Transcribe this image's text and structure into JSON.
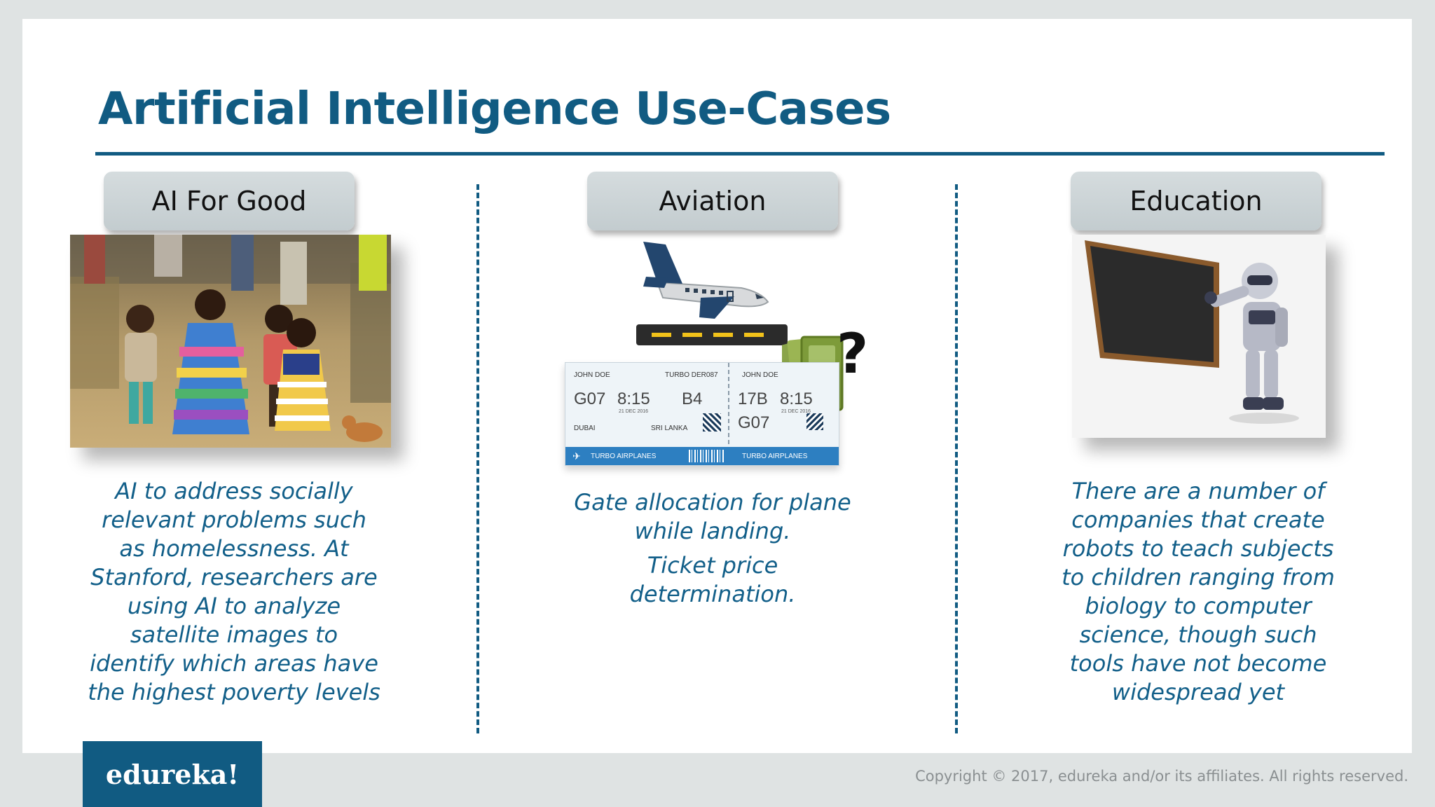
{
  "slide": {
    "title": "Artificial Intelligence Use-Cases"
  },
  "columns": [
    {
      "heading": "AI For Good",
      "description": "AI to address socially relevant problems such as homelessness. At Stanford, researchers are using AI to analyze satellite images to identify which areas have the highest poverty levels"
    },
    {
      "heading": "Aviation",
      "description_lines": [
        "Gate allocation for plane while landing.",
        "Ticket price determination."
      ]
    },
    {
      "heading": "Education",
      "description": "There are a number of companies that create robots to teach subjects to children ranging from biology to computer science, though such tools have not become widespread yet"
    }
  ],
  "ticket": {
    "name_left": "JOHN DOE",
    "flight": "TURBO DER087",
    "name_right": "JOHN DOE",
    "gate": "G07",
    "time": "8:15",
    "date": "21 DEC 2016",
    "seat": "B4",
    "from": "DUBAI",
    "to": "SRI LANKA",
    "stub_seat": "17B",
    "stub_time": "8:15",
    "stub_date": "21 DEC 2016",
    "stub_gate": "G07",
    "airline": "TURBO AIRPLANES",
    "stub_airline": "TURBO AIRPLANES"
  },
  "footer": {
    "logo": "edureka!",
    "copyright": "Copyright © 2017, edureka and/or its affiliates. All rights reserved."
  },
  "icons": {
    "airplane": "airplane-icon",
    "money": "money-icon",
    "question": "question-mark-icon"
  },
  "colors": {
    "accent": "#115b82",
    "pill": "#cdd4d6",
    "text_blue": "#125f89",
    "money_green": "#7d9b3a"
  }
}
